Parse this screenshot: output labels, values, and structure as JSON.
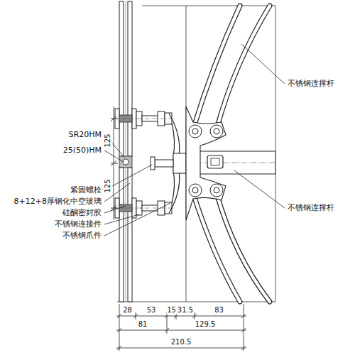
{
  "diagram": {
    "labels": [
      "不锈钢连撑杆",
      "SR20HM",
      "25(50)HM",
      "紧固螺栓",
      "8+12+8厚钢化中空玻璃",
      "硅酮密封胶",
      "不锈钢连接件",
      "不锈钢爪件",
      "不锈钢连撑杆",
      "125",
      "125",
      "28",
      "53",
      "15",
      "31.5",
      "83",
      "81",
      "129.5",
      "210.5"
    ]
  }
}
